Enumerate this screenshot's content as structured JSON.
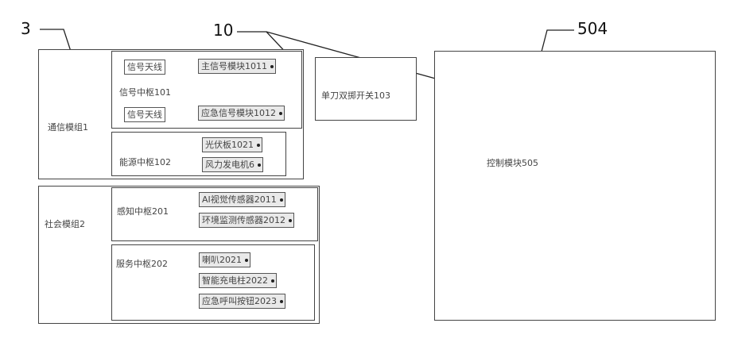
{
  "callouts": {
    "c3": "3",
    "c10": "10",
    "c504": "504"
  },
  "communication": {
    "label": "通信模组1",
    "signal_hub": {
      "label": "信号中枢101",
      "antenna1": "信号天线",
      "main_module": "主信号模块1011",
      "antenna2": "信号天线",
      "emergency_module": "应急信号模块1012"
    },
    "energy_hub": {
      "label": "能源中枢102",
      "pv": "光伏板1021",
      "wind": "风力发电机6"
    }
  },
  "social": {
    "label": "社会模组2",
    "sensing_hub": {
      "label": "感知中枢201",
      "ai_sensor": "AI视觉传感器2011",
      "env_sensor": "环境监测传感器2012"
    },
    "service_hub": {
      "label": "服务中枢202",
      "speaker": "喇叭2021",
      "charger": "智能充电柱2022",
      "emergency_button": "应急呼叫按钮2023"
    }
  },
  "switch": {
    "label": "单刀双掷开关103"
  },
  "control": {
    "label": "控制模块505"
  }
}
